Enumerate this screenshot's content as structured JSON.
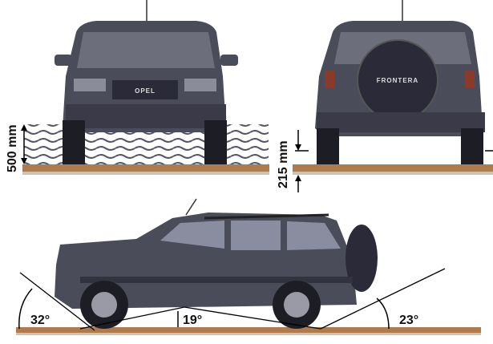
{
  "diagram": {
    "front_view": {
      "badge": "OPEL",
      "wading_depth_label": "500 mm"
    },
    "rear_view": {
      "spare_wheel_text": "FRONTERA",
      "ground_clearance_label": "215 mm"
    },
    "side_view": {
      "approach_angle_label": "32°",
      "breakover_angle_label": "19°",
      "departure_angle_label": "23°"
    },
    "colors": {
      "body": "#4a4c5a",
      "dark": "#222230",
      "ground": "#b07a4a",
      "water": "#555566"
    }
  }
}
